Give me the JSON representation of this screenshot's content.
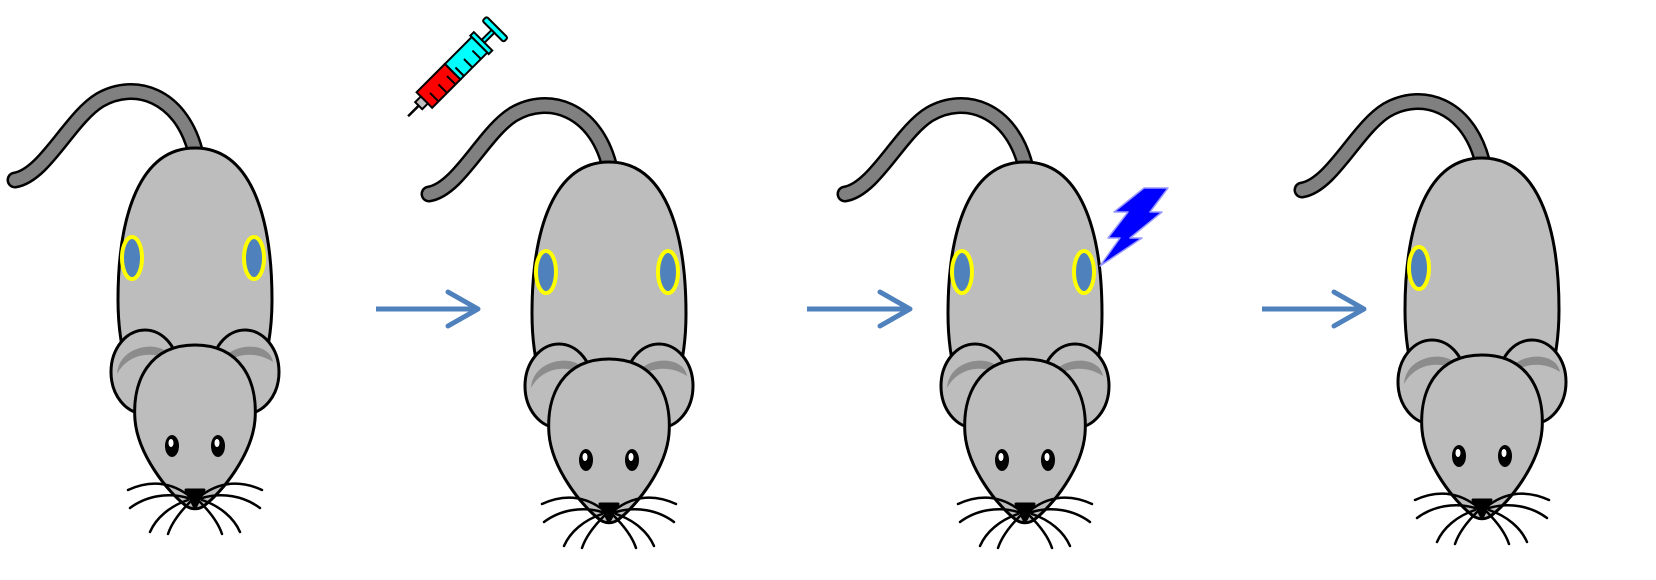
{
  "diagram": {
    "stages": [
      {
        "id": "baseline",
        "marked_spots": [
          "left",
          "right"
        ],
        "accessory": "none"
      },
      {
        "id": "injection",
        "marked_spots": [
          "left",
          "right"
        ],
        "accessory": "syringe-icon"
      },
      {
        "id": "stimulation",
        "marked_spots": [
          "left",
          "right"
        ],
        "accessory": "lightning-bolt-icon",
        "target_spot": "right"
      },
      {
        "id": "result",
        "marked_spots": [
          "left"
        ],
        "accessory": "none"
      }
    ],
    "arrow_count": 3,
    "colors": {
      "body": "#bdbdbd",
      "outline": "#000000",
      "inner_ear": "#8c8c8c",
      "tail": "#808080",
      "spot_fill": "#4f81bd",
      "spot_ring": "#ffff00",
      "arrow": "#4f81bd",
      "syringe_barrel": "#00ffff",
      "syringe_liquid": "#ff0000",
      "bolt": "#0000ff"
    }
  }
}
